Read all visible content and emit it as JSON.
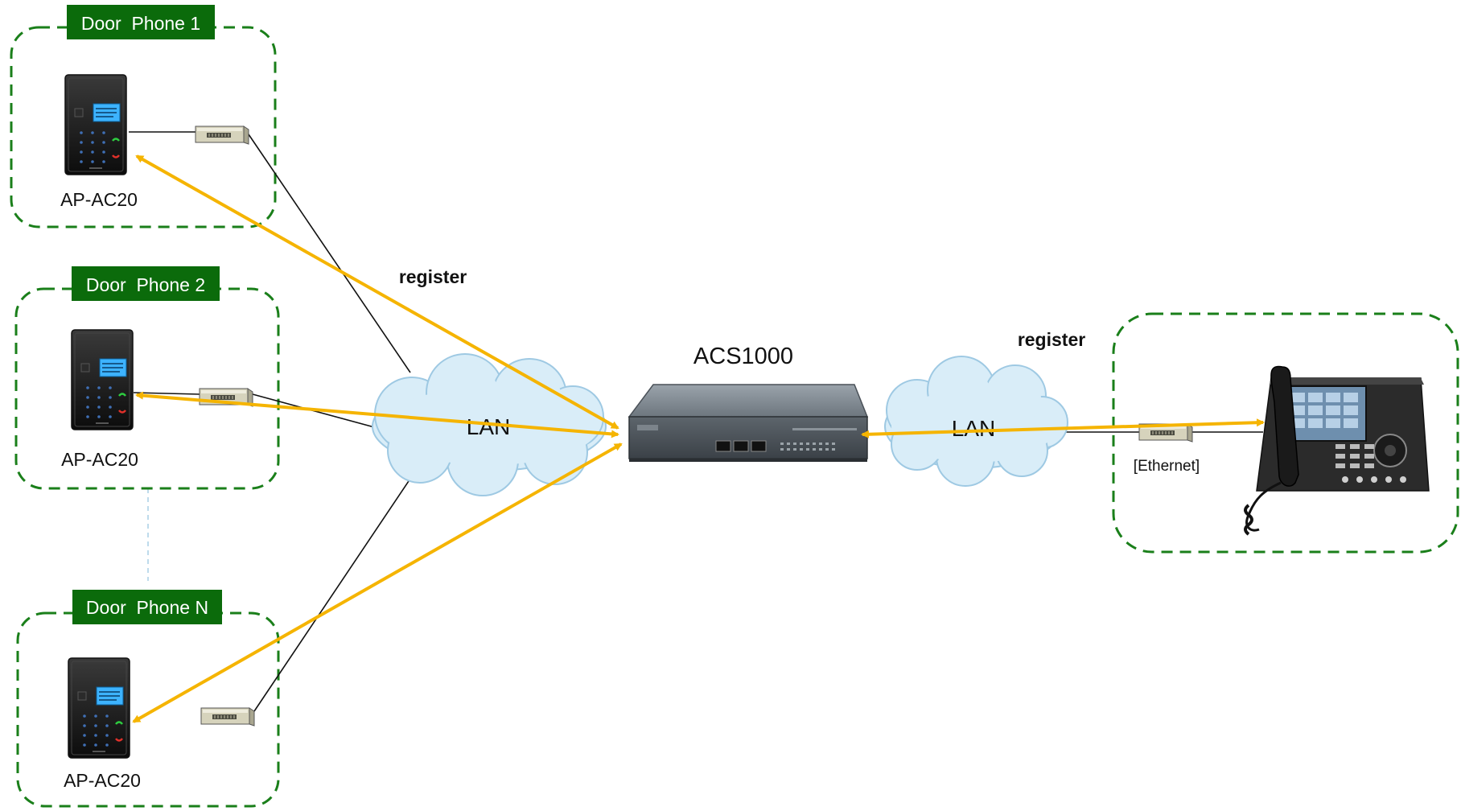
{
  "groups": {
    "door1": {
      "title": "Door  Phone 1",
      "device_label": "AP-AC20"
    },
    "door2": {
      "title": "Door  Phone 2",
      "device_label": "AP-AC20"
    },
    "doorN": {
      "title": "Door  Phone N",
      "device_label": "AP-AC20"
    }
  },
  "center": {
    "label": "ACS1000"
  },
  "clouds": {
    "left": "LAN",
    "right": "LAN"
  },
  "labels": {
    "register_left": "register",
    "register_right": "register",
    "ethernet": "[Ethernet]"
  },
  "colors": {
    "group_border": "#1a7f1a",
    "title_fill": "#0b6b0b",
    "arrow": "#f5b400",
    "cloud_fill": "#d9edf8",
    "cloud_stroke": "#9ec9e3",
    "separator": "#a8cfe6"
  },
  "icons": {
    "door_phone": "door-phone-icon",
    "ethernet_connector": "ethernet-connector-icon",
    "switch": "acs-switch-icon",
    "ip_phone": "ip-phone-icon",
    "cloud": "cloud-icon"
  }
}
